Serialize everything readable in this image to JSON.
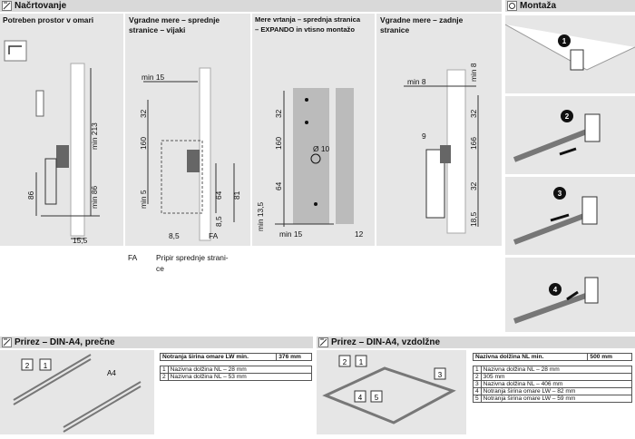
{
  "sections": {
    "planning": "Načrtovanje",
    "mounting": "Montaža",
    "cut_cross": "Prirez – DIN-A4, prečne",
    "cut_long": "Prirez – DIN-A4, vzdolžne"
  },
  "panels": {
    "space": "Potreben prostor v omari",
    "front_screws_1": "Vgradne mere – sprednje",
    "front_screws_2": "stranice – vijaki",
    "drill_1": "Mere vrtanja – sprednja stranica",
    "drill_2": "– EXPANDO in vtisno montažo",
    "back_1": "Vgradne mere – zadnje",
    "back_2": "stranice"
  },
  "dims": {
    "p1": [
      "min 213",
      "min 86",
      "86",
      "15,5"
    ],
    "p2": [
      "min 15",
      "32",
      "160",
      "min 5",
      "64",
      "81",
      "8,5",
      "8,5",
      "FA"
    ],
    "p3": [
      "32",
      "160",
      "64",
      "Ø 10",
      "min 13,5",
      "min 15",
      "12"
    ],
    "p4": [
      "min 8",
      "min 8",
      "32",
      "166",
      "9",
      "32",
      "18,5"
    ]
  },
  "fa_legend": {
    "abbr": "FA",
    "text_1": "Pripir sprednje strani-",
    "text_2": "ce"
  },
  "steps": [
    "1",
    "2",
    "3",
    "4"
  ],
  "cross_table": {
    "header": "Notranja širina omare LW min.",
    "header_value": "376 mm",
    "rows": [
      {
        "n": "1",
        "text": "Nazivna dolžina NL – 28 mm"
      },
      {
        "n": "2",
        "text": "Nazivna dolžina NL – 53 mm"
      }
    ],
    "labels": [
      "2",
      "1",
      "A4"
    ]
  },
  "long_table": {
    "header": "Nazivna dolžina NL min.",
    "header_value": "500 mm",
    "rows": [
      {
        "n": "1",
        "text": "Nazivna dolžina NL – 28 mm"
      },
      {
        "n": "2",
        "text": "305 mm"
      },
      {
        "n": "3",
        "text": "Nazivna dolžina NL – 406 mm"
      },
      {
        "n": "4",
        "text": "Notranja širina omare LW – 82 mm"
      },
      {
        "n": "5",
        "text": "Notranja širina omare LW – 59 mm"
      }
    ],
    "labels": [
      "2",
      "1",
      "3",
      "4",
      "5"
    ]
  },
  "colors": {
    "header_bg": "#d9d9d9",
    "panel_bg": "#e6e6e6"
  }
}
